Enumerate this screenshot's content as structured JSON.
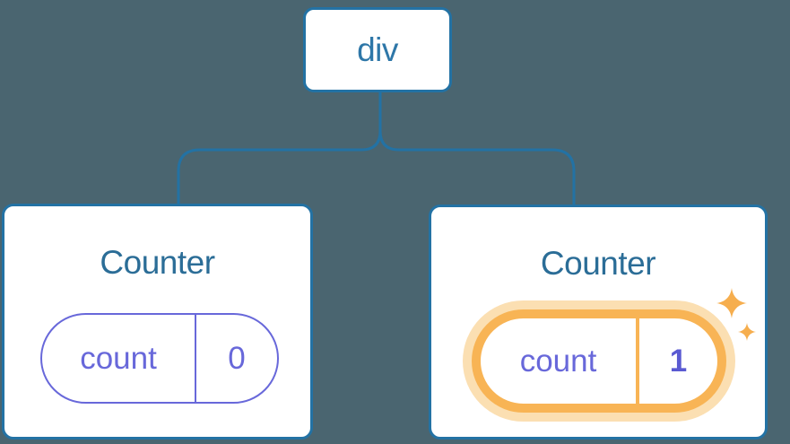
{
  "diagram": {
    "description": "React component tree: a div root element with two Counter children; second Counter's state is highlighted",
    "root": {
      "label": "div"
    },
    "children": [
      {
        "title": "Counter",
        "state": {
          "key": "count",
          "value": "0"
        },
        "highlighted": false
      },
      {
        "title": "Counter",
        "state": {
          "key": "count",
          "value": "1"
        },
        "highlighted": true
      }
    ]
  },
  "icons": {
    "sparkles": "two four-pointed sparkle stars marking updated state"
  },
  "palette": {
    "bg": "#4A6570",
    "line": "#2372A4",
    "card-bg": "#FFFFFF",
    "node-text": "#2E77A8",
    "title": "#2B6D97",
    "purple": "#6868DA",
    "value-bold": "#5A5AD2",
    "orange": "#F8B455",
    "orange-glow": "#FBDFB2"
  }
}
